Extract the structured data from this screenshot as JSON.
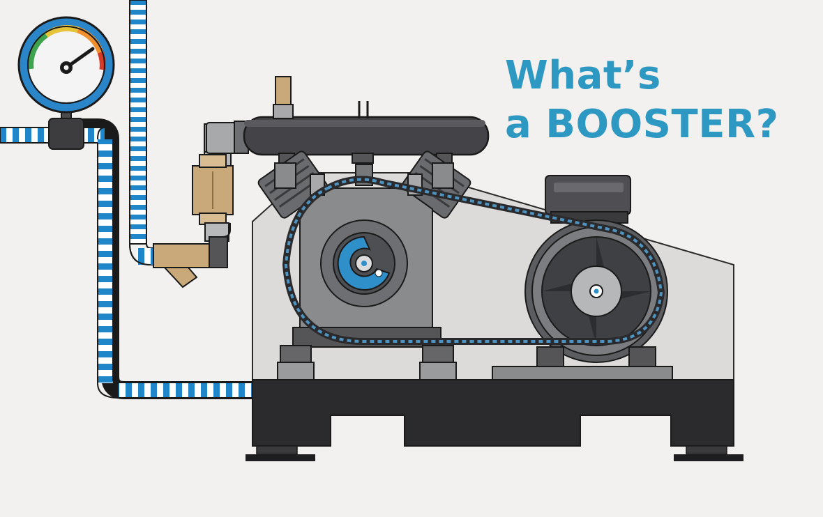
{
  "title": {
    "line1": "What’s",
    "line2": "a BOOSTER?"
  },
  "icons": {
    "gauge": "pressure-gauge-icon",
    "compressor": "booster-compressor",
    "motor": "electric-motor",
    "valve": "brass-valve",
    "strainer": "y-strainer"
  },
  "colors": {
    "accent": "#2d98c2",
    "pipe_stripe": "#1f86c9",
    "machine_dark": "#2b2b2e",
    "machine_grey": "#8a8b8d",
    "brass": "#c9a97a",
    "background": "#f3f1ef"
  }
}
